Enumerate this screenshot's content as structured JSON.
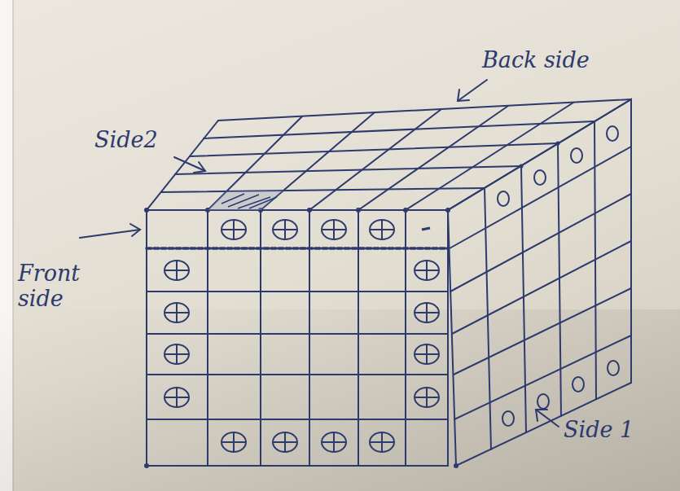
{
  "diagram": {
    "labels": [
      "Back side",
      "Side2",
      "Front side",
      "Side 1"
    ]
  }
}
